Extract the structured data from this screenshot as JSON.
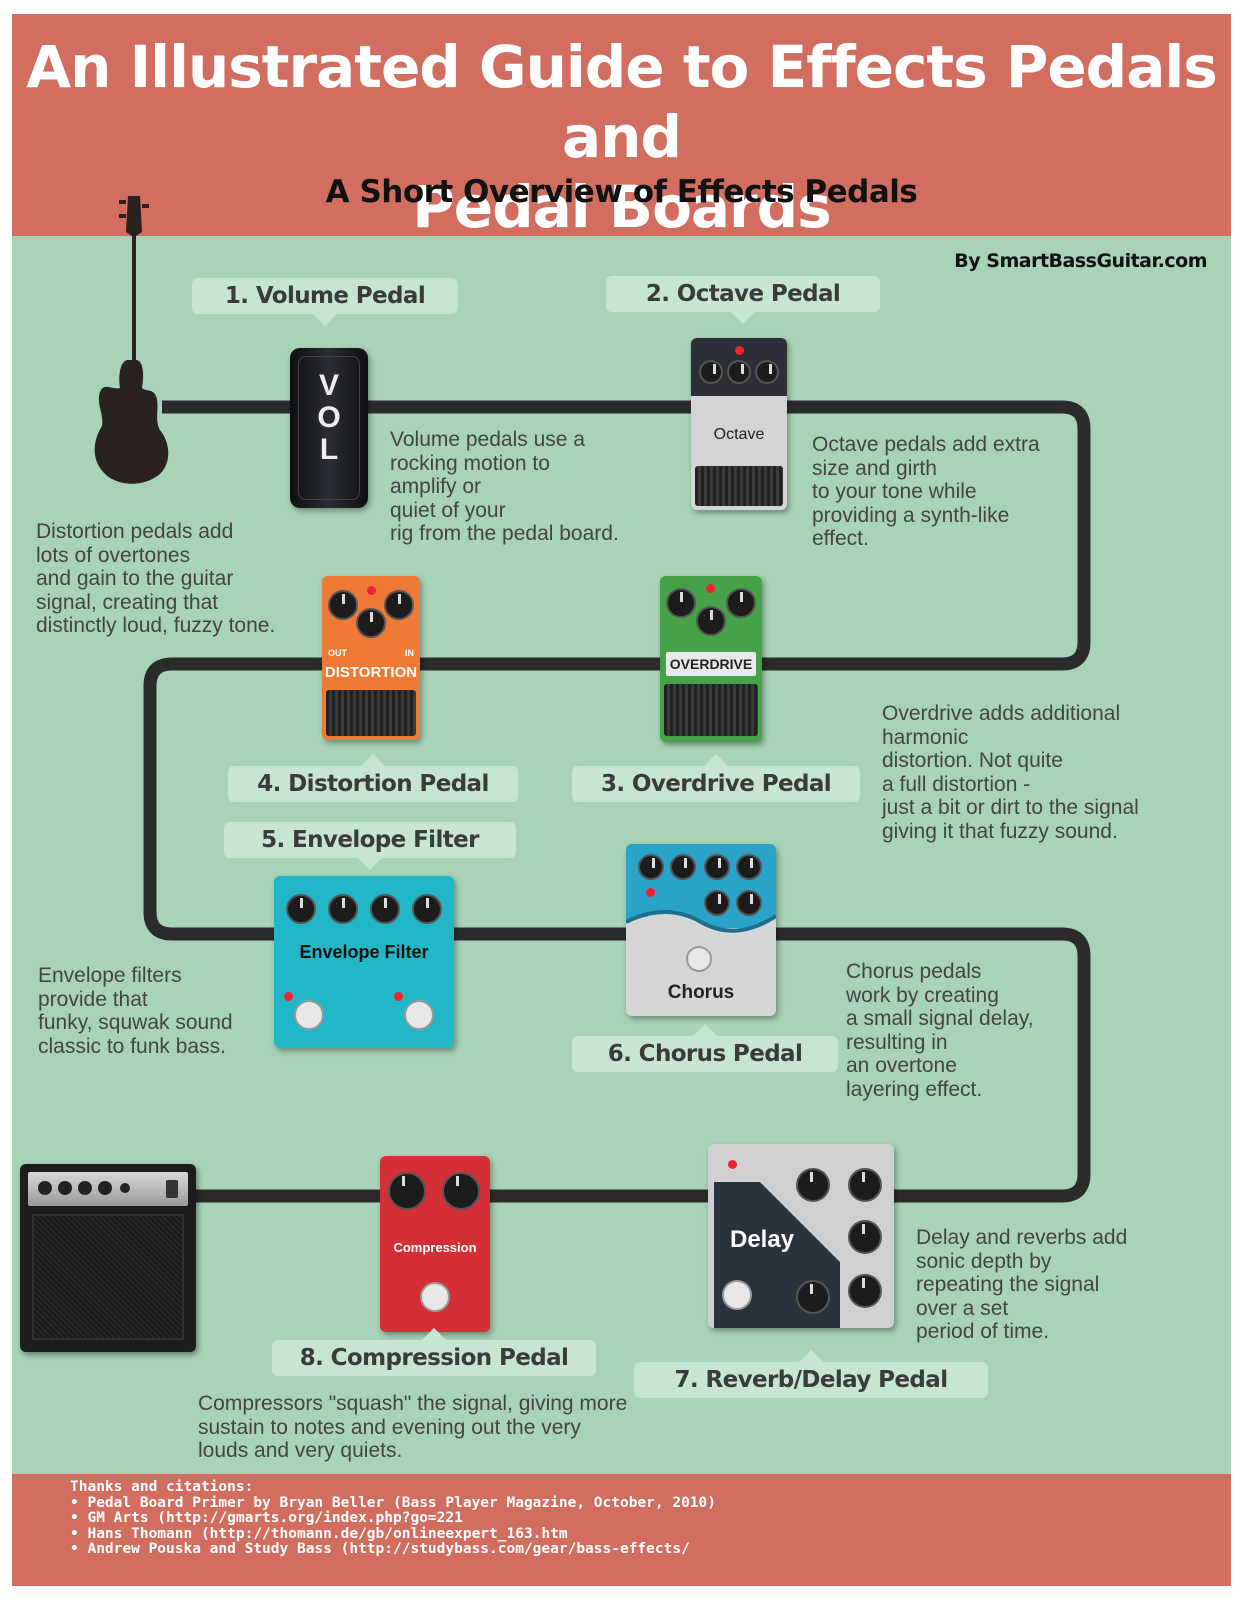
{
  "header": {
    "title_line1": "An Illustrated Guide to Effects Pedals and",
    "title_line2": "Pedal Boards",
    "subtitle": "A Short Overview of Effects Pedals",
    "byline": "By SmartBassGuitar.com"
  },
  "pedals": [
    {
      "label": "1. Volume Pedal",
      "face": "VOL",
      "description": "Volume pedals use a\nrocking motion to\namplify or\nquiet of your\nrig from the pedal board."
    },
    {
      "label": "2. Octave Pedal",
      "face": "Octave",
      "description": "Octave pedals add extra\nsize and girth\nto your tone while\nproviding a synth-like\neffect."
    },
    {
      "label": "3. Overdrive Pedal",
      "face": "OVERDRIVE",
      "description": "Overdrive adds additional\nharmonic\ndistortion. Not quite\na full distortion -\njust a bit or dirt to the signal\ngiving it that fuzzy sound."
    },
    {
      "label": "4. Distortion Pedal",
      "face": "DISTORTION",
      "jacks": [
        "OUT",
        "IN"
      ],
      "description": "Distortion pedals add\nlots of overtones\nand gain to the guitar\nsignal, creating that\ndistinctly loud, fuzzy tone."
    },
    {
      "label": "5. Envelope Filter",
      "face": "Envelope Filter",
      "description": "Envelope filters\nprovide that\nfunky, squwak sound\nclassic to funk bass."
    },
    {
      "label": "6. Chorus Pedal",
      "face": "Chorus",
      "description": "Chorus pedals\nwork by creating\na small signal delay,\nresulting in\nan overtone\nlayering effect."
    },
    {
      "label": "7. Reverb/Delay Pedal",
      "face": "Delay",
      "description": "Delay and reverbs add\nsonic depth by\nrepeating the signal\nover a set\nperiod of time."
    },
    {
      "label": "8. Compression Pedal",
      "face": "Compression",
      "description": "Compressors \"squash\" the signal, giving more\nsustain to notes and evening out the very\nlouds and very quiets."
    }
  ],
  "footer": {
    "heading": "Thanks and citations:",
    "citations": [
      "• Pedal Board Primer by Bryan Beller (Bass Player Magazine, October, 2010)",
      "• GM Arts (http://gmarts.org/index.php?go=221",
      "• Hans Thomann (http://thomann.de/gb/onlineexpert_163.htm",
      "• Andrew Pouska and Study Bass (http://studybass.com/gear/bass-effects/"
    ]
  },
  "colors": {
    "background": "#a8d3b8",
    "header_footer": "#d26e5f",
    "label_bubble": "#c6e6d2",
    "cable": "#2b2b2b"
  },
  "icons": [
    "bass-guitar-icon",
    "bass-amp-icon"
  ]
}
